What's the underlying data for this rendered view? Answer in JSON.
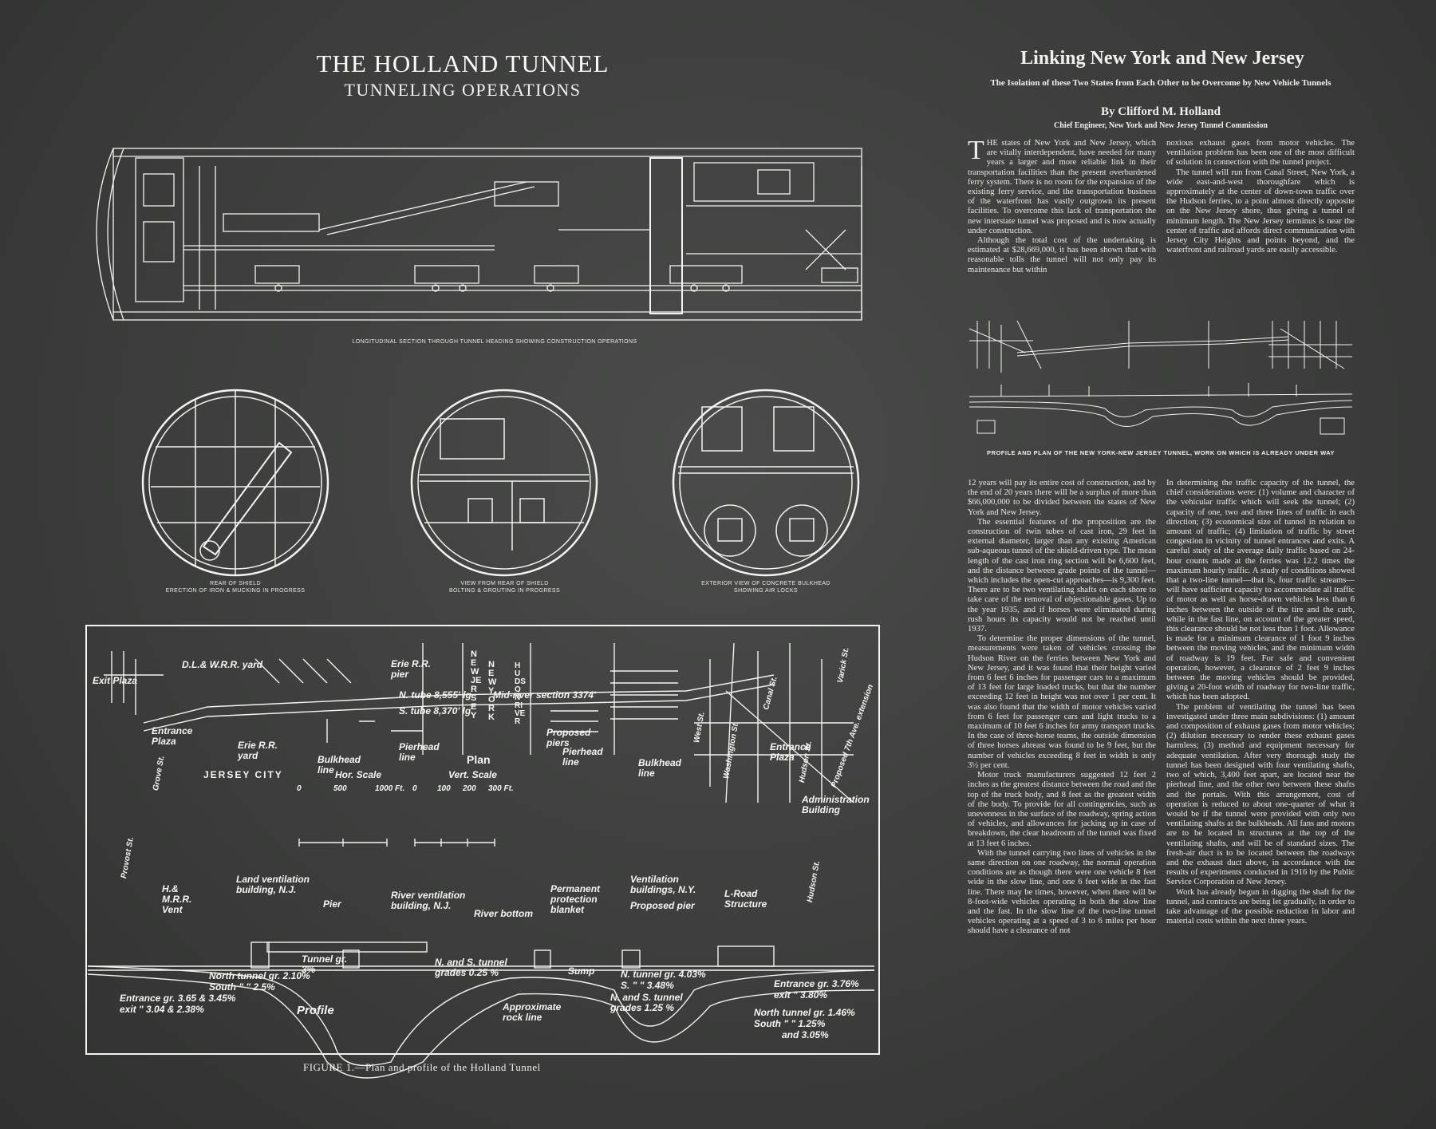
{
  "left": {
    "title": "THE HOLLAND TUNNEL",
    "subtitle": "TUNNELING OPERATIONS",
    "section_caption": "LONGITUDINAL SECTION THROUGH TUNNEL HEADING SHOWING CONSTRUCTION OPERATIONS",
    "circles": [
      {
        "caption1": "REAR OF SHIELD",
        "caption2": "ERECTION OF IRON & MUCKING IN PROGRESS"
      },
      {
        "caption1": "VIEW FROM REAR OF SHIELD",
        "caption2": "BOLTING & GROUTING IN PROGRESS"
      },
      {
        "caption1": "EXTERIOR VIEW OF CONCRETE BULKHEAD",
        "caption2": "SHOWING AIR LOCKS"
      }
    ],
    "figure": {
      "plan_labels": {
        "dlw": "D.L.& W.R.R. yard",
        "exit_plaza": "Exit Plaza",
        "entrance_plaza_nj": "Entrance Plaza",
        "erie_pier": "Erie R.R. pier",
        "n_tube": "N. tube 8,555' lg.",
        "s_tube": "S. tube 8,370' lg.",
        "mid_river": "Mid-river section 3374'",
        "erie_yard": "Erie R.R. yard",
        "bulkhead_nj": "Bulkhead line",
        "pierhead_nj": "Pierhead line",
        "plan": "Plan",
        "jersey_city": "JERSEY CITY",
        "new_jersey": "NEW JERSEY",
        "new_york": "NEW YORK",
        "hudson_river": "HUDSON RIVER",
        "proposed_piers": "Proposed piers",
        "pierhead_ny": "Pierhead line",
        "bulkhead_ny": "Bulkhead line",
        "entrance_plaza_ny": "Entrance Plaza",
        "admin": "Administration Building",
        "west_st": "West St.",
        "canal_st": "Canal St.",
        "varick_st": "Varick St.",
        "proposed_ext": "Proposed 7th Ave. extension",
        "hudson_st": "Hudson St.",
        "washington_st": "Washington St.",
        "grove_st": "Grove St.",
        "hor_scale": "Hor. Scale",
        "hor_ticks": [
          "0",
          "500",
          "1000 Ft."
        ],
        "vert_scale": "Vert. Scale",
        "vert_ticks": [
          "0",
          "100",
          "200",
          "300 Ft."
        ]
      },
      "profile_labels": {
        "provost": "Provost St.",
        "hmrr": "H.& M.R.R. Vent",
        "land_vent": "Land ventilation building, N.J.",
        "pier": "Pier",
        "river_vent": "River ventilation building, N.J.",
        "river_bottom": "River bottom",
        "permanent": "Permanent protection blanket",
        "vent_ny": "Ventilation buildings, N.Y.",
        "proposed_pier": "Proposed pier",
        "l_road": "L-Road Structure",
        "hudson_st": "Hudson St.",
        "tunnel_gr": "Tunnel gr. 3%",
        "north_gr_nj": "North tunnel gr. 2.10%",
        "south_gr_nj": "South  \"  \"  2.5%",
        "ns_grades_025": "N. and S. tunnel grades 0.25 %",
        "sump": "Sump",
        "n_gr_ny": "N. tunnel gr. 4.03%",
        "s_gr_ny": "S.  \"  \"  3.48%",
        "ns_grades_125": "N. and S. tunnel grades 1.25 %",
        "entrance_gr_ny": "Entrance gr. 3.76%",
        "exit_gr_ny": "exit  \"  3.80%",
        "north_gr_ny": "North tunnel gr. 1.46%",
        "south_gr_ny": "South  \"  \"  1.25%",
        "and_305": "and 3.05%",
        "entrance_gr_nj": "Entrance gr. 3.65 & 3.45%",
        "exit_gr_nj": "exit  \"  3.04 & 2.38%",
        "profile": "Profile",
        "rock": "Approximate rock line"
      },
      "caption": "FIGURE 1.—Plan and profile of the Holland Tunnel"
    }
  },
  "article": {
    "title": "Linking New York and New Jersey",
    "subtitle": "The Isolation of these Two States from Each Other to be Overcome by New Vehicle Tunnels",
    "byline": "By Clifford M. Holland",
    "role": "Chief Engineer, New York and New Jersey Tunnel Commission",
    "map_caption": "PROFILE AND PLAN OF THE NEW YORK-NEW JERSEY TUNNEL, WORK ON WHICH IS ALREADY UNDER WAY",
    "top_col1": [
      "HE states of New York and New Jersey, which are vitally interdependent, have needed for many years a larger and more reliable link in their transportation facilities than the present overburdened ferry system. There is no room for the expansion of the existing ferry service, and the transportation business of the waterfront has vastly outgrown its present facilities. To overcome this lack of transportation the new interstate tunnel was proposed and is now actually under construction.",
      "Although the total cost of the undertaking is estimated at $28,669,000, it has been shown that with reasonable tolls the tunnel will not only pay its maintenance but within"
    ],
    "top_col2": [
      "noxious exhaust gases from motor vehicles. The ventilation problem has been one of the most difficult of solution in connection with the tunnel project.",
      "The tunnel will run from Canal Street, New York, a wide east-and-west thoroughfare which is approximately at the center of down-town traffic over the Hudson ferries, to a point almost directly opposite on the New Jersey shore, thus giving a tunnel of minimum length. The New Jersey terminus is near the center of traffic and affords direct communication with Jersey City Heights and points beyond, and the waterfront and railroad yards are easily accessible."
    ],
    "bottom_col1": [
      "12 years will pay its entire cost of construction, and by the end of 20 years there will be a surplus of more than $66,000,000 to be divided between the states of New York and New Jersey.",
      "The essential features of the proposition are the construction of twin tubes of cast iron, 29 feet in external diameter, larger than any existing American sub-aqueous tunnel of the shield-driven type. The mean length of the cast iron ring section will be 6,600 feet, and the distance between grade points of the tunnel—which includes the open-cut approaches—is 9,300 feet. There are to be two ventilating shafts on each shore to take care of the removal of objectionable gases. Up to the year 1935, and if horses were eliminated during rush hours its capacity would not be reached until 1937.",
      "To determine the proper dimensions of the tunnel, measurements were taken of vehicles crossing the Hudson River on the ferries between New York and New Jersey, and it was found that their height varied from 6 feet 6 inches for passenger cars to a maximum of 13 feet for large loaded trucks, but that the number exceeding 12 feet in height was not over 1 per cent. It was also found that the width of motor vehicles varied from 6 feet for passenger cars and light trucks to a maximum of 10 feet 6 inches for army transport trucks. In the case of three-horse teams, the outside dimension of three horses abreast was found to be 9 feet, but the number of vehicles exceeding 8 feet in width is only 3½ per cent.",
      "Motor truck manufacturers suggested 12 feet 2 inches as the greatest distance between the road and the top of the truck body, and 8 feet as the greatest width of the body. To provide for all contingencies, such as unevenness in the surface of the roadway, spring action of vehicles, and allowances for jacking up in case of breakdown, the clear headroom of the tunnel was fixed at 13 feet 6 inches.",
      "With the tunnel carrying two lines of vehicles in the same direction on one roadway, the normal operation conditions are as though there were one vehicle 8 feet wide in the slow line, and one 6 feet wide in the fast line. There may be times, however, when there will be 8-foot-wide vehicles operating in both the slow line and the fast. In the slow line of the two-line tunnel vehicles operating at a speed of 3 to 6 miles per hour should have a clearance of not"
    ],
    "bottom_col2": [
      "In determining the traffic capacity of the tunnel, the chief considerations were: (1) volume and character of the vehicular traffic which will seek the tunnel; (2) capacity of one, two and three lines of traffic in each direction; (3) economical size of tunnel in relation to amount of traffic; (4) limitation of traffic by street congestion in vicinity of tunnel entrances and exits. A careful study of the average daily traffic based on 24-hour counts made at the ferries was 12.2 times the maximum hourly traffic. A study of conditions showed that a two-line tunnel—that is, four traffic streams—will have sufficient capacity to accommodate all traffic of motor as well as horse-drawn vehicles less than 6 inches between the outside of the tire and the curb, while in the fast line, on account of the greater speed, this clearance should be not less than 1 foot. Allowance is made for a minimum clearance of 1 foot 9 inches between the moving vehicles, and the minimum width of roadway is 19 feet. For safe and convenient operation, however, a clearance of 2 feet 9 inches between the moving vehicles should be provided, giving a 20-foot width of roadway for two-line traffic, which has been adopted.",
      "The problem of ventilating the tunnel has been investigated under three main subdivisions: (1) amount and composition of exhaust gases from motor vehicles; (2) dilution necessary to render these exhaust gases harmless; (3) method and equipment necessary for adequate ventilation. After very thorough study the tunnel has been designed with four ventilating shafts, two of which, 3,400 feet apart, are located near the pierhead line, and the other two between these shafts and the portals. With this arrangement, cost of operation is reduced to about one-quarter of what it would be if the tunnel were provided with only two ventilating shafts at the bulkheads. All fans and motors are to be located in structures at the top of the ventilating shafts, and will be of standard sizes. The fresh-air duct is to be located between the roadways and the exhaust duct above, in accordance with the results of experiments conducted in 1916 by the Public Service Corporation of New Jersey.",
      "Work has already begun in digging the shaft for the tunnel, and contracts are being let gradually, in order to take advantage of the possible reduction in labor and material costs within the next three years."
    ]
  }
}
